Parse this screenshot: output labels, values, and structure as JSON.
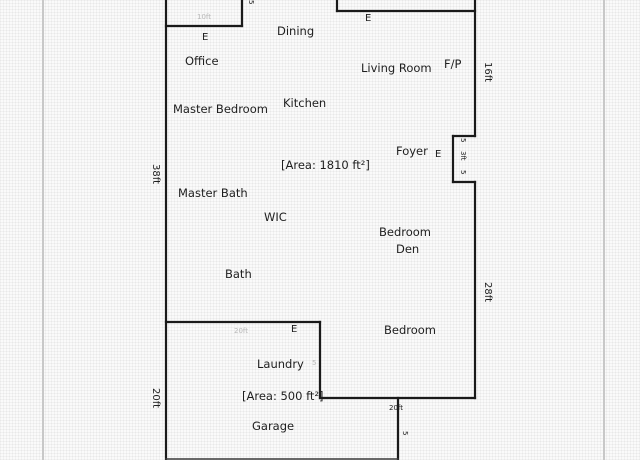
{
  "rooms": {
    "dining": "Dining",
    "office": "Office",
    "living_room": "Living Room",
    "fp": "F/P",
    "master_bedroom": "Master Bedroom",
    "kitchen": "Kitchen",
    "foyer": "Foyer",
    "master_bath": "Master Bath",
    "wic": "WIC",
    "bedroom_den_line1": "Bedroom",
    "bedroom_den_line2": "Den",
    "bath": "Bath",
    "bedroom": "Bedroom",
    "laundry": "Laundry",
    "garage": "Garage"
  },
  "areas": {
    "main": "[Area: 1810 ft²]",
    "garage": "[Area: 500 ft²]"
  },
  "dimensions": {
    "left_main": "38ft",
    "right_upper": "16ft",
    "right_lower": "28ft",
    "left_garage": "20ft",
    "garage_right_top": "20ft",
    "garage_right": "5",
    "faint_top_left": "10ft",
    "faint_garage_top": "20ft",
    "faint_garage_side": "5",
    "entry_notch_top": "5",
    "entry_notch_mid": "3ft",
    "entry_notch_bottom": "5",
    "top_left_small": "5"
  },
  "markers": {
    "e_top": "E",
    "e_office": "E",
    "e_foyer": "E",
    "e_laundry": "E"
  }
}
